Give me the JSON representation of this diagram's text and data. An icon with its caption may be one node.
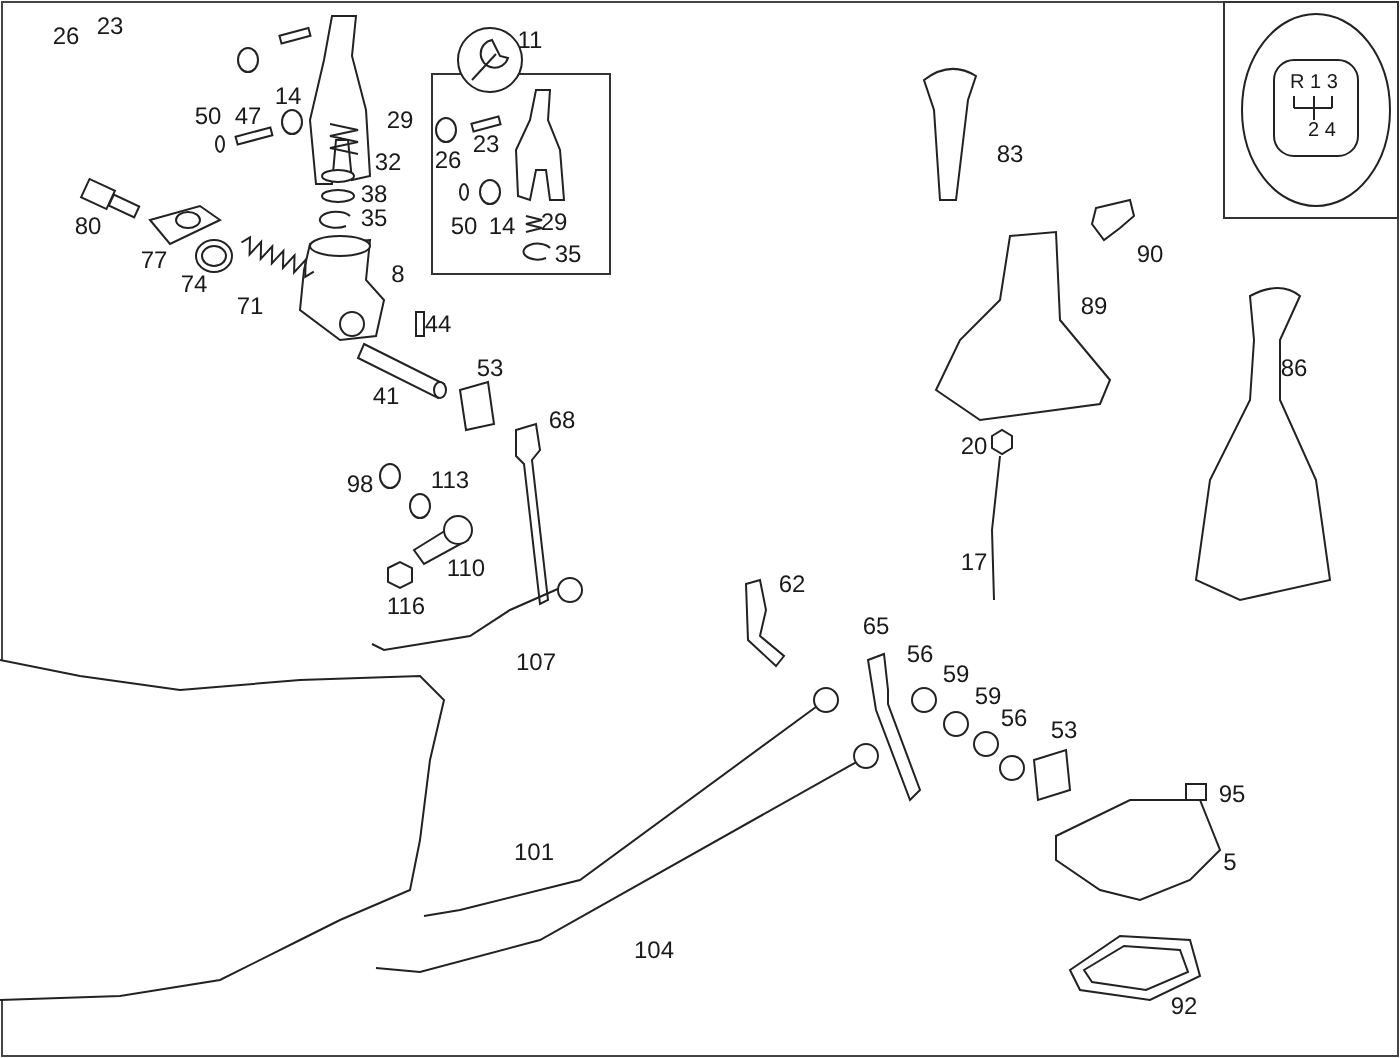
{
  "diagram": {
    "labels": [
      "26",
      "23",
      "11",
      "50",
      "47",
      "14",
      "29",
      "26",
      "23",
      "R 1 3",
      "2 4",
      "83",
      "32",
      "38",
      "35",
      "80",
      "50",
      "14",
      "29",
      "90",
      "35",
      "77",
      "8",
      "74",
      "71",
      "89",
      "44",
      "86",
      "53",
      "41",
      "68",
      "20",
      "98",
      "113",
      "110",
      "17",
      "116",
      "62",
      "65",
      "107",
      "56",
      "59",
      "59",
      "56",
      "53",
      "95",
      "101",
      "5",
      "104",
      "92"
    ]
  }
}
